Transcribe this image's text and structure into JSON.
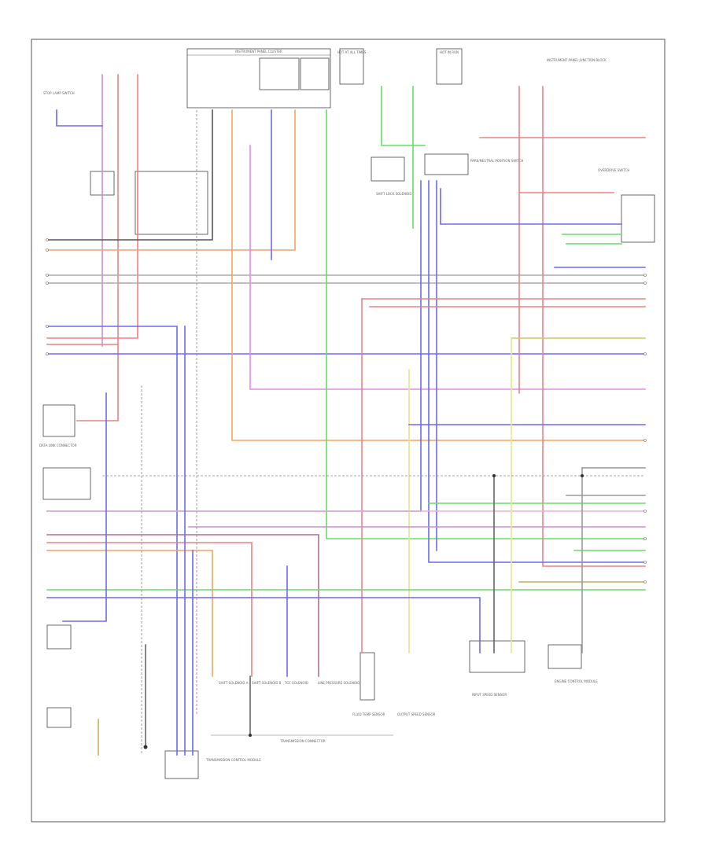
{
  "figure": {
    "number": ""
  },
  "components": [
    {
      "id": "instrument-panel-cluster",
      "label": "INSTRUMENT PANEL CLUSTER"
    },
    {
      "id": "hot-at-all-times-fuse",
      "label": "HOT AT ALL TIMES"
    },
    {
      "id": "hot-in-run-fuse",
      "label": "HOT IN RUN"
    },
    {
      "id": "instrument-panel-junction-block",
      "label": "INSTRUMENT PANEL JUNCTION BLOCK"
    },
    {
      "id": "shift-lock-solenoid",
      "label": "SHIFT LOCK SOLENOID"
    },
    {
      "id": "neutral-safety-switch",
      "label": "PARK/NEUTRAL POSITION SWITCH"
    },
    {
      "id": "overdrive-switch",
      "label": "OVERDRIVE SWITCH"
    },
    {
      "id": "transmission-control-module",
      "label": "TRANSMISSION CONTROL MODULE"
    },
    {
      "id": "transmission-connector",
      "label": "TRANSMISSION CONNECTOR"
    },
    {
      "id": "shift-solenoid-a",
      "label": "SHIFT SOLENOID A"
    },
    {
      "id": "shift-solenoid-b",
      "label": "SHIFT SOLENOID B"
    },
    {
      "id": "tcc-solenoid",
      "label": "TCC SOLENOID"
    },
    {
      "id": "line-pressure-solenoid",
      "label": "LINE PRESSURE SOLENOID"
    },
    {
      "id": "fluid-temp-sensor",
      "label": "FLUID TEMP SENSOR"
    },
    {
      "id": "output-speed-sensor",
      "label": "OUTPUT SPEED SENSOR"
    },
    {
      "id": "input-speed-sensor",
      "label": "INPUT SPEED SENSOR"
    },
    {
      "id": "engine-control-module",
      "label": "ENGINE CONTROL MODULE"
    },
    {
      "id": "brake-switch",
      "label": "STOP LAMP SWITCH"
    },
    {
      "id": "data-link-connector",
      "label": "DATA LINK CONNECTOR"
    }
  ]
}
